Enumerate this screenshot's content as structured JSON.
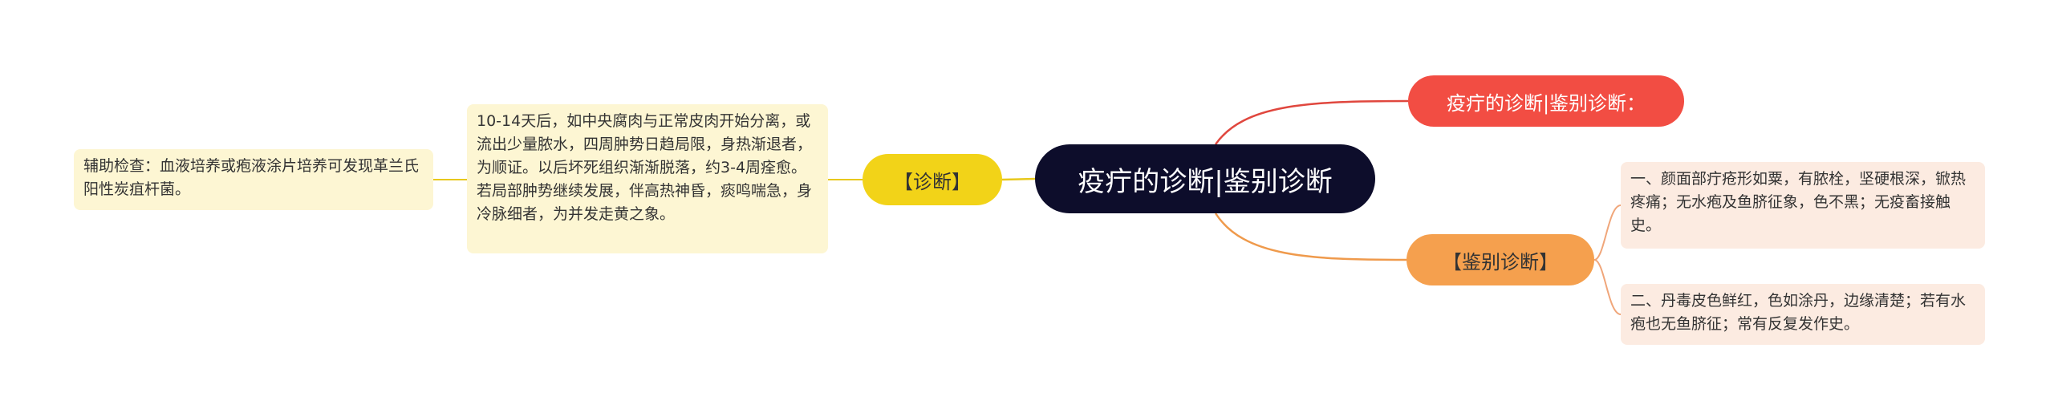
{
  "mindmap": {
    "center": "疫疔的诊断|鉴别诊断",
    "branches": {
      "title_branch": "疫疔的诊断|鉴别诊断：",
      "differential": {
        "label": "【鉴别诊断】",
        "items": [
          "一、颜面部疔疮形如粟，有脓栓，坚硬根深，锨热疼痛；无水疱及鱼脐征象，色不黑；无疫畜接触史。",
          "二、丹毒皮色鲜红，色如涂丹，边缘清楚；若有水疱也无鱼脐征；常有反复发作史。"
        ]
      },
      "diagnosis": {
        "label": "【诊断】",
        "detail": "10-14天后，如中央腐肉与正常皮肉开始分离，或流出少量脓水，四周肿势日趋局限，身热渐退者，为顺证。以后坏死组织渐渐脱落，约3-4周痊愈。若局部肿势继续发展，伴高热神昏，痰鸣喘急，身冷脉细者，为并发走黄之象。",
        "auxiliary": "辅助检查：血液培养或疱液涂片培养可发现革兰氏阳性炭疽杆菌。"
      }
    },
    "colors": {
      "center": "#0d0d2b",
      "title_branch": "#f24d43",
      "differential": "#f5a04e",
      "diagnosis": "#f2d318",
      "peach_leaf": "#fcebe1",
      "cream_leaf": "#fdf6d3"
    }
  }
}
